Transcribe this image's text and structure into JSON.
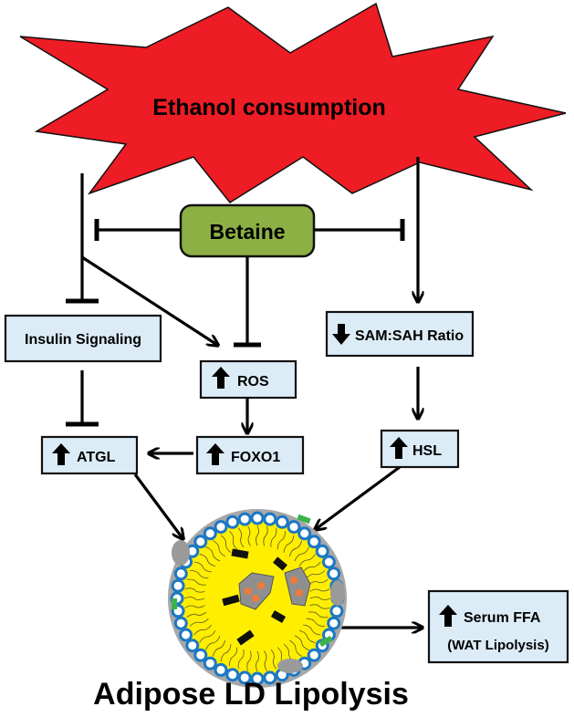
{
  "title": "Ethanol consumption",
  "treatment": "Betaine",
  "nodes": {
    "insulin": "Insulin Signaling",
    "ros": "ROS",
    "sam_sah": "SAM:SAH Ratio",
    "atgl": "ATGL",
    "foxo1": "FOXO1",
    "hsl": "HSL",
    "serum_ffa": "Serum FFA",
    "wat_lipolysis": "(WAT Lipolysis)"
  },
  "footer": "Adipose LD Lipolysis",
  "colors": {
    "burst": "#ee1c24",
    "betaine_box": "#8cb043",
    "node_box": "#dcecf7",
    "droplet_core": "#ffee00",
    "droplet_rim": "#1c78c4"
  },
  "icons": {
    "up": "up-arrow-icon",
    "down": "down-arrow-icon"
  }
}
